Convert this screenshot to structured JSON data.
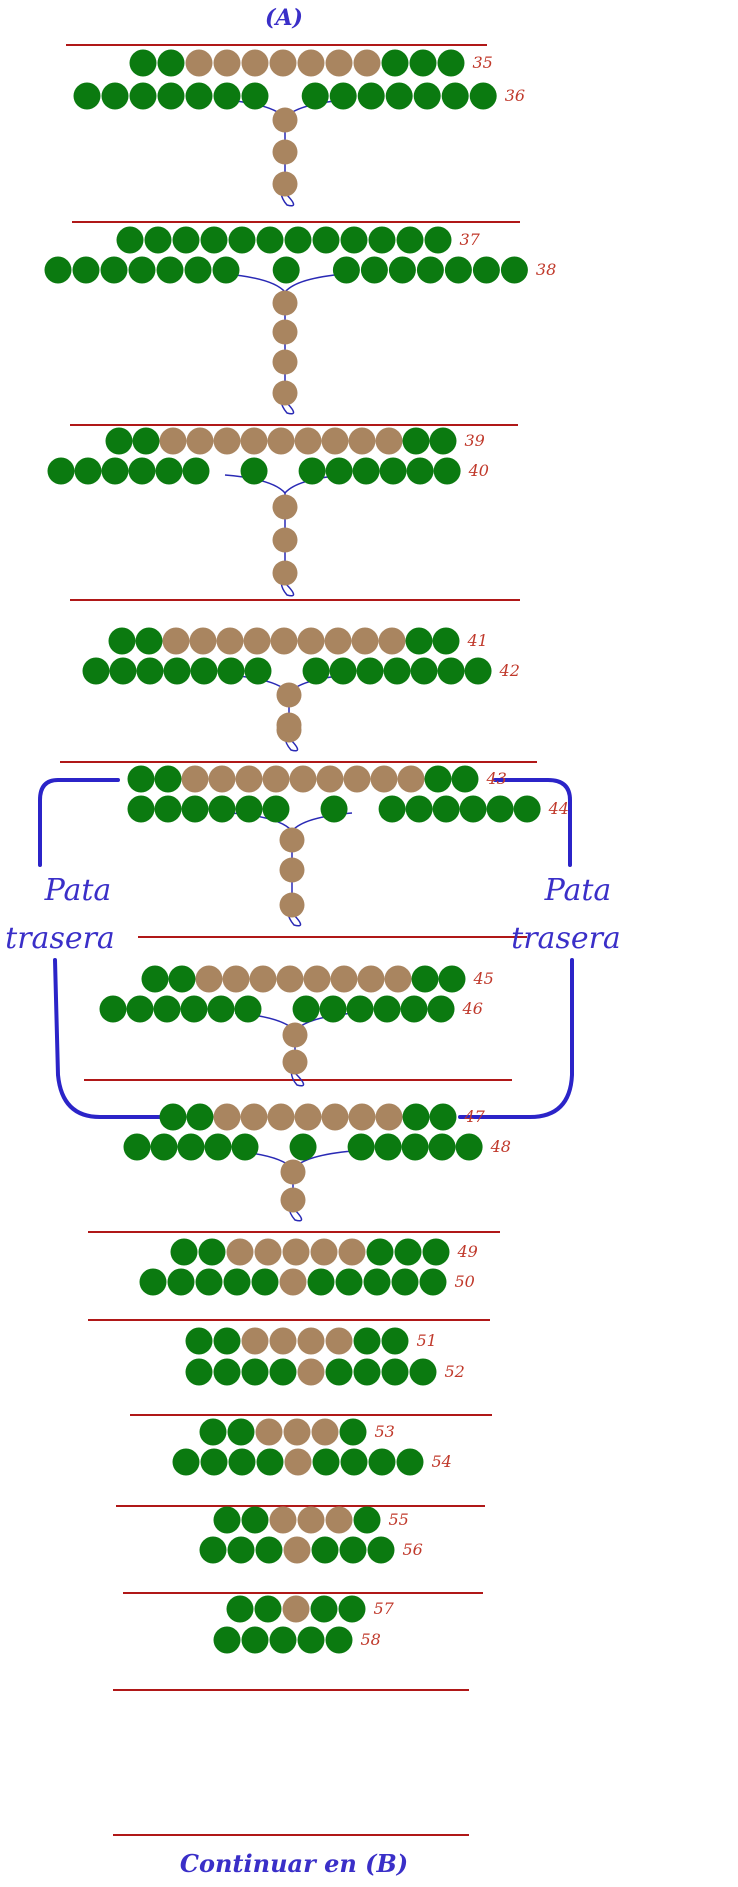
{
  "title": "(A)",
  "footer": "Continuar en (B)",
  "side_label_left": [
    "Pata",
    "trasera"
  ],
  "side_label_right": [
    "Pata",
    "trasera"
  ],
  "colors": {
    "green": "#0b7a10",
    "tan": "#a98560",
    "rule": "#b01818",
    "thread": "#2a2ab5",
    "bracket": "#2b24c8",
    "label": "#3a2fc8",
    "number": "#c0392b"
  },
  "rows": [
    {
      "n": "35",
      "beads": "GGTTTTTTTGGG"
    },
    {
      "n": "36",
      "beads": "GGGGGGG~GGGGGGG"
    },
    {
      "n": "37",
      "beads": "GGGGGGGGGGGG"
    },
    {
      "n": "38",
      "beads": "GGGGGGG~G~GGGGGGG"
    },
    {
      "n": "39",
      "beads": "GGTTTTTTTTTGG"
    },
    {
      "n": "40",
      "beads": "GGGGGG~G~GGGGGG"
    },
    {
      "n": "41",
      "beads": "GGTTTTTTTTTGG"
    },
    {
      "n": "42",
      "beads": "GGGGGGG~GGGGGGG"
    },
    {
      "n": "43",
      "beads": "GGTTTTTTTTTGG"
    },
    {
      "n": "44",
      "beads": "GGGGGG~G~GGGGGG"
    },
    {
      "n": "45",
      "beads": "GGTTTTTTTTGG"
    },
    {
      "n": "46",
      "beads": "GGGGGG~GGGGGG"
    },
    {
      "n": "47",
      "beads": "GGTTTTTTTGG"
    },
    {
      "n": "48",
      "beads": "GGGGG~G~GGGGG"
    },
    {
      "n": "49",
      "beads": "GGTTTTTGGG"
    },
    {
      "n": "50",
      "beads": "GGGGGTGGGGG"
    },
    {
      "n": "51",
      "beads": "GGTTTTGG"
    },
    {
      "n": "52",
      "beads": "GGGGTGGGG"
    },
    {
      "n": "53",
      "beads": "GGTTTG"
    },
    {
      "n": "54",
      "beads": "GGGGTGGGG"
    },
    {
      "n": "55",
      "beads": "GGTTTG"
    },
    {
      "n": "56",
      "beads": "GGGTGGG"
    },
    {
      "n": "57",
      "beads": "GGTGG"
    },
    {
      "n": "58",
      "beads": "GGGGG"
    }
  ]
}
